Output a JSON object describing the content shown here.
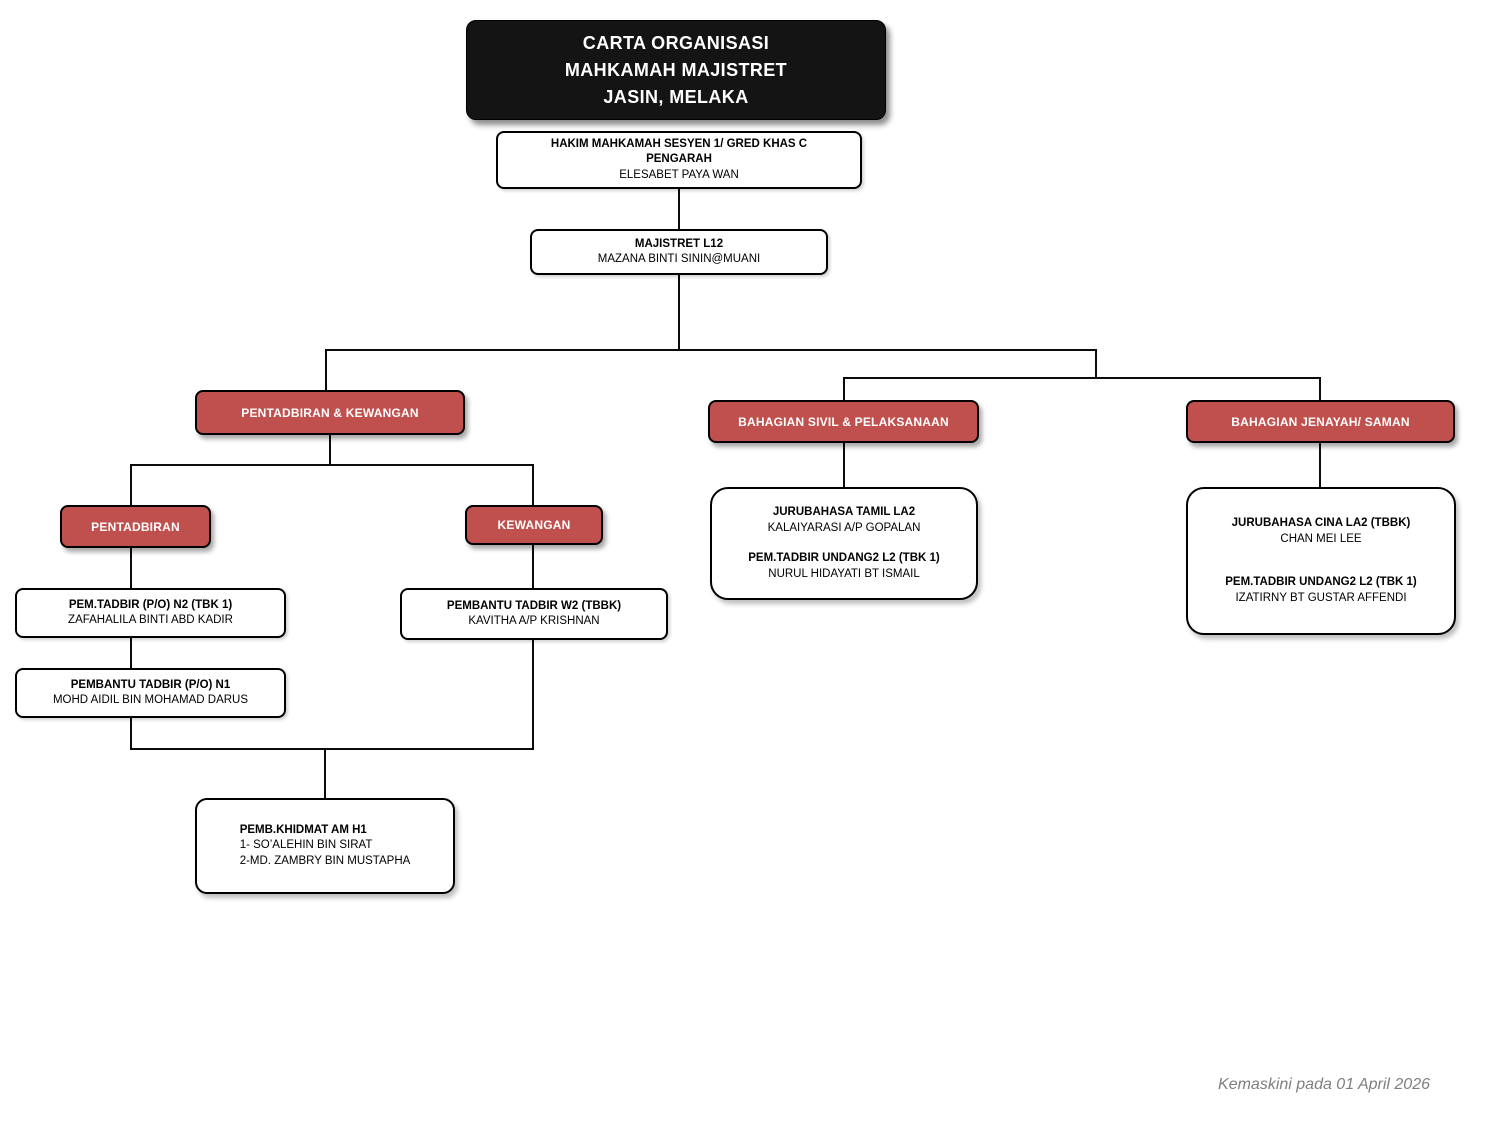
{
  "header": {
    "title_line1": "CARTA ORGANISASI",
    "title_line2": "MAHKAMAH MAJISTRET",
    "title_line3": "JASIN, MELAKA"
  },
  "hakim": {
    "role1": "HAKIM MAHKAMAH SESYEN 1/  GRED KHAS C",
    "role2": "PENGARAH",
    "name": "ELESABET PAYA WAN"
  },
  "majistret": {
    "role": "MAJISTRET L12",
    "name": "MAZANA BINTI SININ@MUANI"
  },
  "divisions": {
    "pentadbiran_kewangan": {
      "label": "PENTADBIRAN & KEWANGAN"
    },
    "sivil": {
      "label": "BAHAGIAN SIVIL & PELAKSANAAN"
    },
    "jenayah": {
      "label": "BAHAGIAN JENAYAH/ SAMAN"
    }
  },
  "units": {
    "pentadbiran": {
      "label": "PENTADBIRAN"
    },
    "kewangan": {
      "label": "KEWANGAN"
    }
  },
  "staff": {
    "pem_tadbir_n2": {
      "role": "PEM.TADBIR (P/O) N2 (TBK 1)",
      "name": "ZAFAHALILA BINTI ABD KADIR"
    },
    "pembantu_tadbir_n1": {
      "role": "PEMBANTU TADBIR (P/O) N1",
      "name": "MOHD AIDIL BIN MOHAMAD DARUS"
    },
    "pembantu_tadbir_w2": {
      "role": "PEMBANTU TADBIR W2 (TBBK)",
      "name": "KAVITHA A/P KRISHNAN"
    },
    "pemb_khidmat": {
      "role": "PEMB.KHIDMAT AM H1",
      "name1": "1- SO’ALEHIN BIN SIRAT",
      "name2": "2-MD. ZAMBRY BIN MUSTAPHA"
    },
    "sivil_staff": {
      "role1": "JURUBAHASA TAMIL LA2",
      "name1": "KALAIYARASI A/P GOPALAN",
      "role2": "PEM.TADBIR UNDANG2 L2 (TBK 1)",
      "name2": "NURUL HIDAYATI BT ISMAIL"
    },
    "jenayah_staff": {
      "role1": "JURUBAHASA CINA LA2 (TBBK)",
      "name1": "CHAN MEI LEE",
      "role2": "PEM.TADBIR UNDANG2 L2 (TBK 1)",
      "name2": "IZATIRNY BT GUSTAR AFFENDI"
    }
  },
  "footer": {
    "updated": "Kemaskini pada 01 April 2026"
  },
  "colors": {
    "division_red": "#C0504D",
    "header_black": "#141414"
  }
}
